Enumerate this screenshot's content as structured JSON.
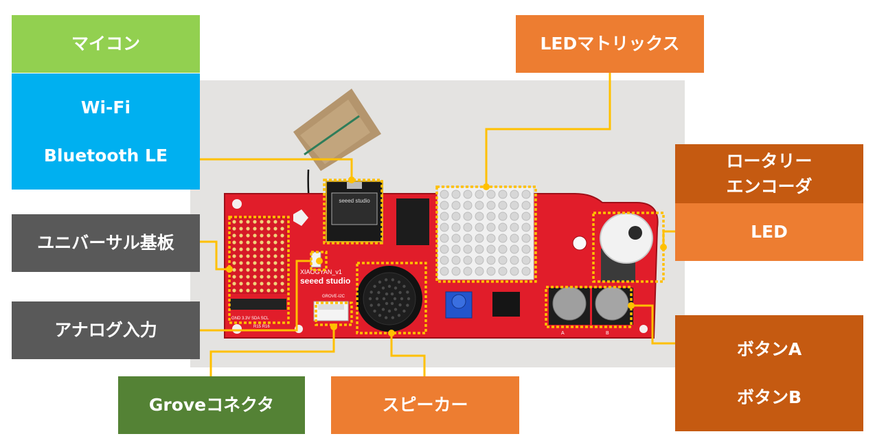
{
  "labels": {
    "mcu": "マイコン",
    "wifi": "Wi-Fi",
    "ble": "Bluetooth LE",
    "universal_board": "ユニバーサル基板",
    "analog_input": "アナログ入力",
    "grove": "Groveコネクタ",
    "speaker": "スピーカー",
    "led_matrix": "LEDマトリックス",
    "rotary_line1": "ロータリー",
    "rotary_line2": "エンコーダ",
    "led": "LED",
    "button_a": "ボタンA",
    "button_b": "ボタンB"
  },
  "board_text": {
    "silk_model": "XIAOGYAN_v1",
    "silk_brand": "seeed studio",
    "chip_brand": "seeed studio",
    "grove_silk": "GROVE-I2C",
    "pin_labels": "GND 3.3V SDA SCL",
    "resistor_labels": "R15 R16",
    "button_a_mark": "A",
    "button_b_mark": "B"
  },
  "colors": {
    "mcu": "#92d050",
    "wireless": "#00b0f0",
    "io_gray": "#595959",
    "grove_green": "#548235",
    "orange": "#ed7d31",
    "dark_orange": "#c55a11",
    "highlight": "#ffc000",
    "pcb_red": "#e11d2a"
  }
}
